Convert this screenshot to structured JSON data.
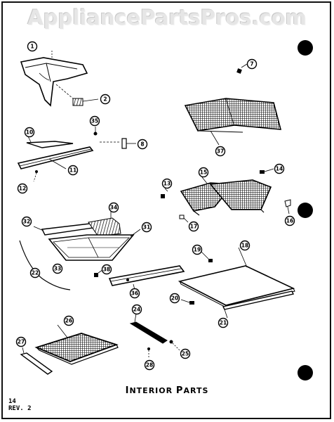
{
  "watermark": "AppliancePartsPros.com",
  "title": "Interior Parts",
  "page_number": "14",
  "revision": "REV. 2",
  "callouts": [
    "1",
    "2",
    "7",
    "10",
    "35",
    "8",
    "37",
    "11",
    "12",
    "13",
    "15",
    "14",
    "17",
    "16",
    "32",
    "34",
    "31",
    "19",
    "18",
    "22",
    "33",
    "38",
    "36",
    "20",
    "21",
    "24",
    "26",
    "27",
    "25",
    "28"
  ],
  "colors": {
    "ink": "#000000",
    "watermark": "#e6e6e6",
    "paper": "#ffffff"
  }
}
